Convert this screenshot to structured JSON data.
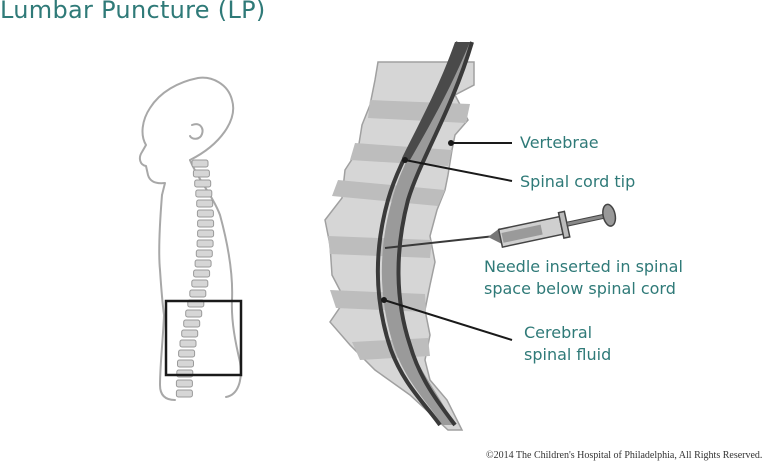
{
  "title": "Lumbar Puncture (LP)",
  "labels": {
    "vertebrae": "Vertebrae",
    "spinal_cord_tip": "Spinal cord tip",
    "needle_line1": "Needle inserted in spinal",
    "needle_line2": "space below spinal cord",
    "csf_line1": "Cerebral",
    "csf_line2": "spinal fluid"
  },
  "copyright": "©2014 The Children's Hospital of Philadelphia, All Rights Reserved.",
  "colors": {
    "title_text": "#2f7a78",
    "label_text": "#2f7a78",
    "body_outline": "#a8a8a8",
    "vertebra_fill": "#d6d6d6",
    "disc_fill": "#bdbdbd",
    "spinal_cord": "#4a4a4a",
    "spinal_fluid": "#9a9a9a",
    "highlight_box": "#1a1a1a"
  }
}
